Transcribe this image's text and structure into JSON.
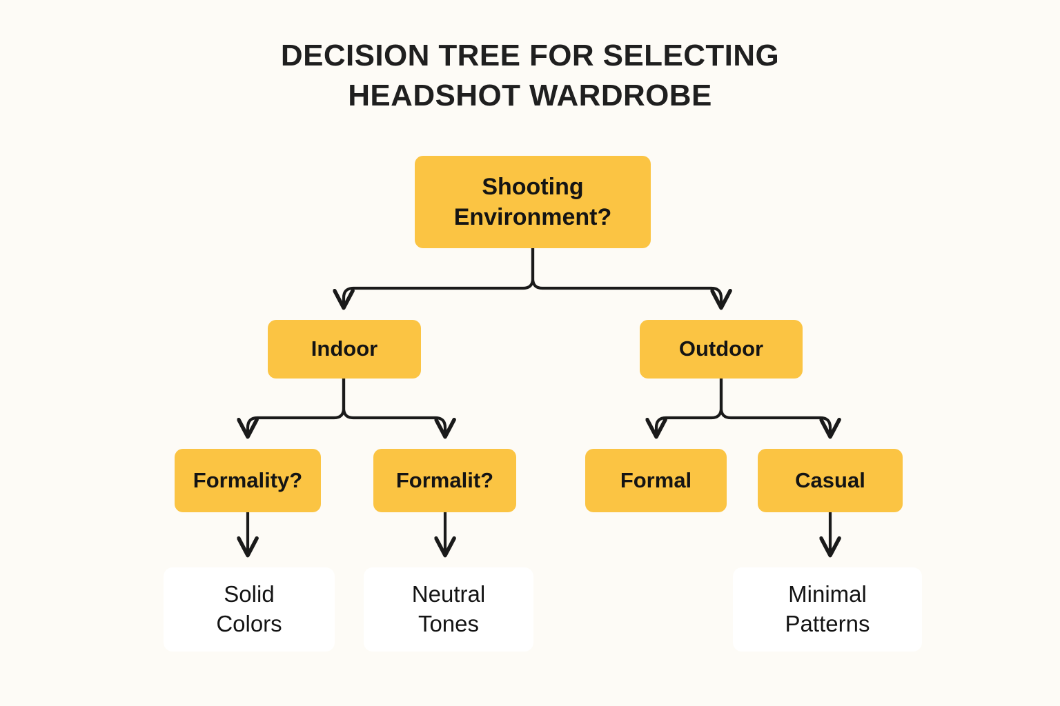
{
  "page": {
    "title_line_1": "DECISION TREE FOR SELECTING",
    "title_line_2": "HEADSHOT WARDROBE",
    "title": "DECISION TREE FOR SELECTING\nHEADSHOT WARDROBE",
    "background_color": "#FDFBF6",
    "decision_node_color": "#FBC443",
    "leaf_node_color": "#FFFFFF",
    "text_color": "#141414",
    "edge_color": "#1A1A1A"
  },
  "chart_data": {
    "type": "tree",
    "title": "DECISION TREE FOR SELECTING HEADSHOT WARDROBE",
    "nodes": [
      {
        "id": "root",
        "label": "Shooting\nEnvironment?",
        "level": 0,
        "kind": "decision"
      },
      {
        "id": "indoor",
        "label": "Indoor",
        "level": 1,
        "kind": "decision"
      },
      {
        "id": "outdoor",
        "label": "Outdoor",
        "level": 1,
        "kind": "decision"
      },
      {
        "id": "formality-1",
        "label": "Formality?",
        "level": 2,
        "kind": "decision"
      },
      {
        "id": "formality-2",
        "label": "Formalit?",
        "level": 2,
        "kind": "decision"
      },
      {
        "id": "formal",
        "label": "Formal",
        "level": 2,
        "kind": "decision"
      },
      {
        "id": "casual",
        "label": "Casual",
        "level": 2,
        "kind": "decision"
      },
      {
        "id": "solid-colors",
        "label": "Solid\nColors",
        "level": 3,
        "kind": "leaf"
      },
      {
        "id": "neutral-tones",
        "label": "Neutral\nTones",
        "level": 3,
        "kind": "leaf"
      },
      {
        "id": "minimal-patterns",
        "label": "Minimal\nPatterns",
        "level": 3,
        "kind": "leaf"
      }
    ],
    "edges": [
      {
        "from": "root",
        "to": "indoor"
      },
      {
        "from": "root",
        "to": "outdoor"
      },
      {
        "from": "indoor",
        "to": "formality-1"
      },
      {
        "from": "indoor",
        "to": "formality-2"
      },
      {
        "from": "outdoor",
        "to": "formal"
      },
      {
        "from": "outdoor",
        "to": "casual"
      },
      {
        "from": "formality-1",
        "to": "solid-colors"
      },
      {
        "from": "formality-2",
        "to": "neutral-tones"
      },
      {
        "from": "casual",
        "to": "minimal-patterns"
      }
    ]
  },
  "nodes": {
    "root": {
      "label": "Shooting\nEnvironment?"
    },
    "indoor": {
      "label": "Indoor"
    },
    "outdoor": {
      "label": "Outdoor"
    },
    "formality_1": {
      "label": "Formality?"
    },
    "formality_2": {
      "label": "Formalit?"
    },
    "formal": {
      "label": "Formal"
    },
    "casual": {
      "label": "Casual"
    },
    "solid_colors": {
      "label": "Solid\nColors"
    },
    "neutral_tones": {
      "label": "Neutral\nTones"
    },
    "minimal_patterns": {
      "label": "Minimal\nPatterns"
    }
  }
}
